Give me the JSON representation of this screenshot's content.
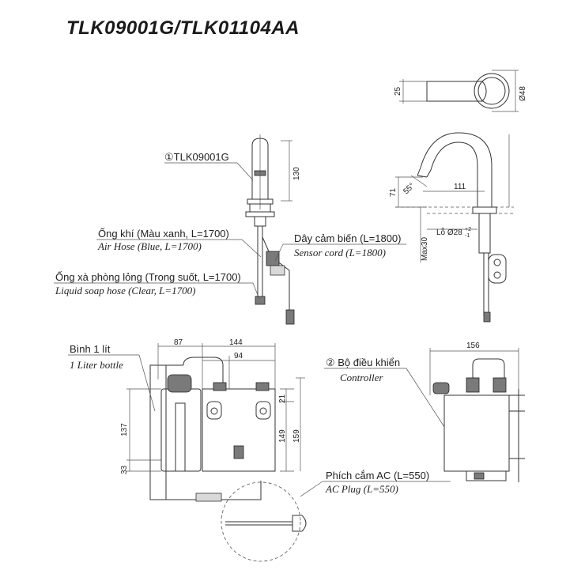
{
  "title": "TLK09001G/TLK01104AA",
  "labels": {
    "faucet_part": "①TLK09001G",
    "air_hose_vi": "Ống khí (Màu xanh, L=1700)",
    "air_hose_en": "Air Hose (Blue, L=1700)",
    "sensor_cord_vi": "Dây cảm biến (L=1800)",
    "sensor_cord_en": "Sensor cord (L=1800)",
    "soap_hose_vi": "Ống xà phòng lỏng (Trong suốt, L=1700)",
    "soap_hose_en": "Liquid soap hose (Clear, L=1700)",
    "bottle_vi": "Bình 1 lít",
    "bottle_en": "1 Liter bottle",
    "controller_vi": "② Bộ điều khiển",
    "controller_en": "Controller",
    "ac_plug_vi": "Phích cắm AC (L=550)",
    "ac_plug_en": "AC Plug (L=550)"
  },
  "dimensions": {
    "top_height": "25",
    "top_diameter": "Ø48",
    "faucet_height": "130",
    "spout_height": "71",
    "spout_angle": "55°",
    "spout_reach": "111",
    "hole_label": "Lỗ Ø28",
    "hole_tol": "+2",
    "hole_tol2": "-1",
    "max_thickness": "Max30",
    "bottle_offset": "87",
    "unit_width": "144",
    "inner_width": "94",
    "top_gap": "21",
    "bottle_height": "137",
    "bottle_base": "33",
    "unit_height_1": "149",
    "unit_height_2": "159",
    "controller_width": "156"
  }
}
